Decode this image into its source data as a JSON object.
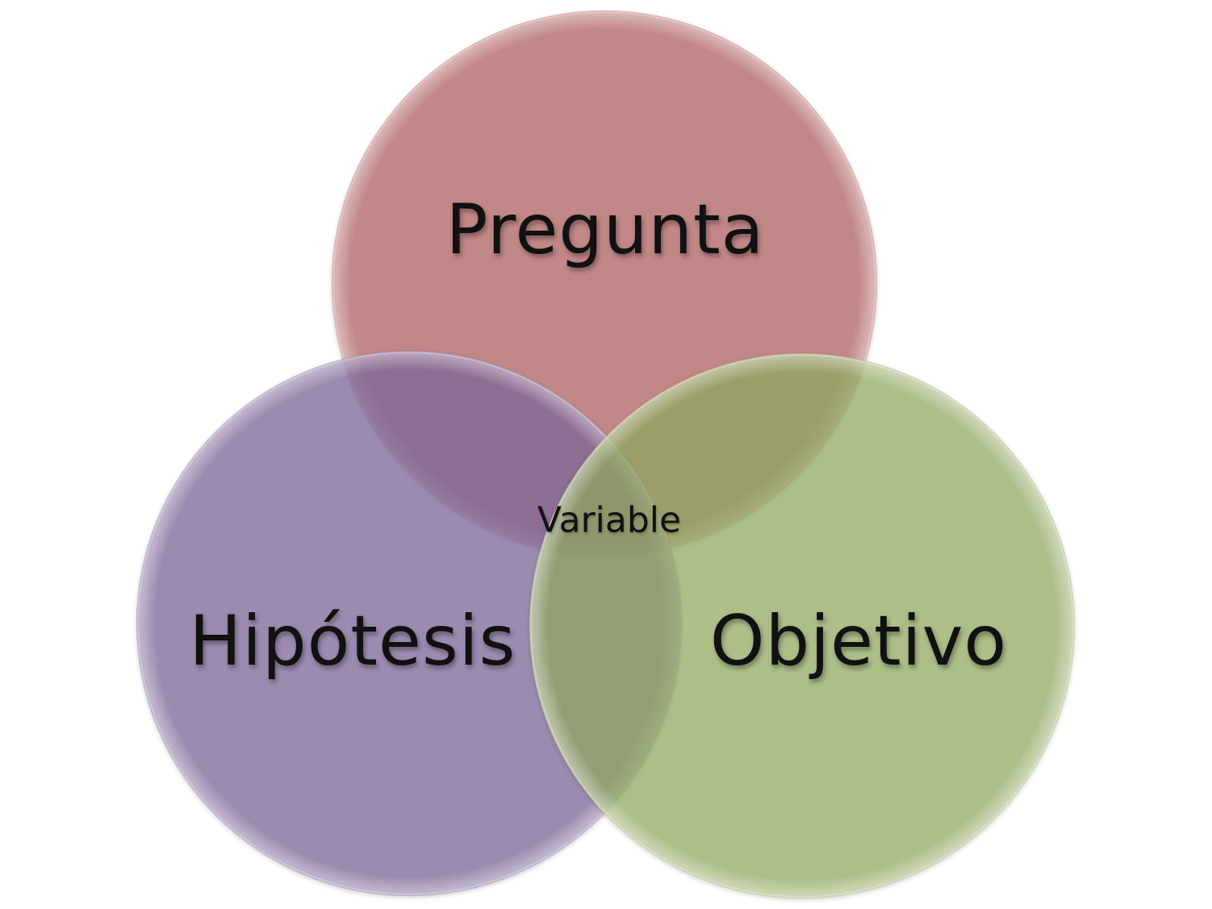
{
  "diagram": {
    "type": "venn",
    "sets": [
      {
        "key": "pregunta",
        "label": "Pregunta",
        "color": "#C07A79"
      },
      {
        "key": "hipotesis",
        "label": "Hipótesis",
        "color": "#9A87AF"
      },
      {
        "key": "objetivo",
        "label": "Objetivo",
        "color": "#A9BE86"
      }
    ],
    "intersection_label": "Variable"
  }
}
